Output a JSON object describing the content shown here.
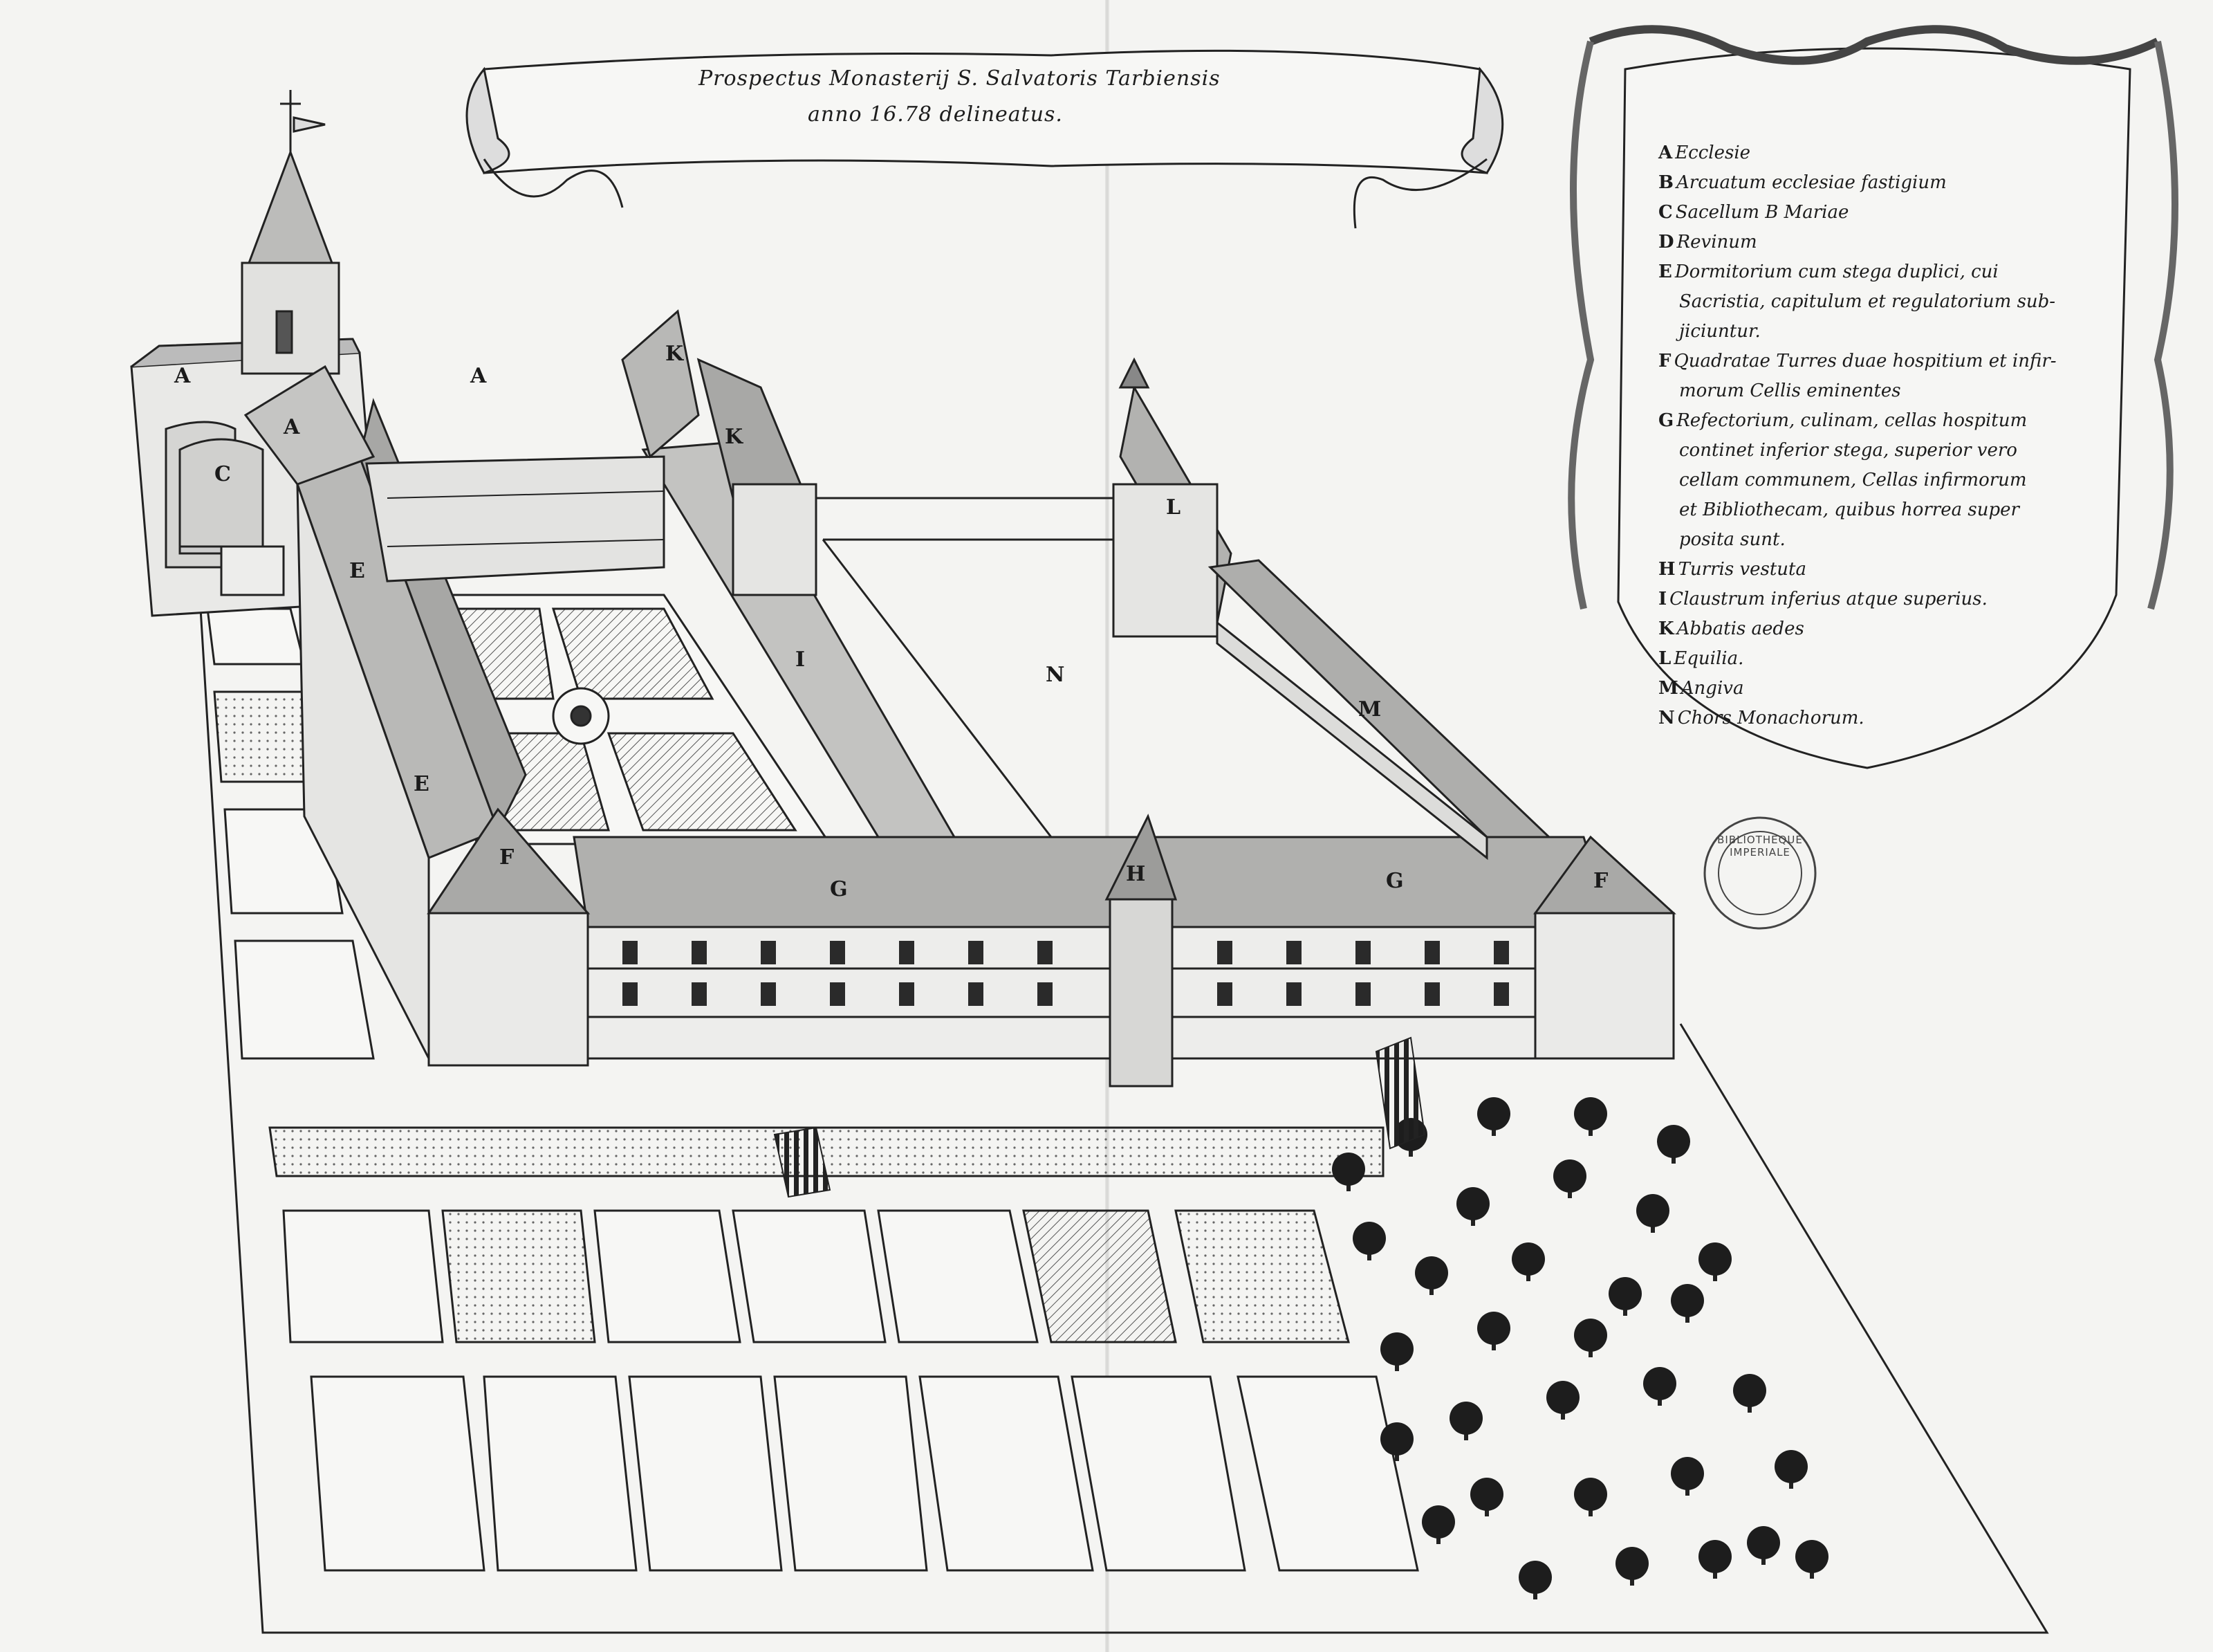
{
  "title": {
    "line1": "Prospectus Monasterij S. Salvatoris Tarbiensis",
    "line2": "anno 16.78 delineatus."
  },
  "legend": [
    {
      "key": "A",
      "text": "Ecclesie"
    },
    {
      "key": "B",
      "text": "Arcuatum ecclesiae fastigium"
    },
    {
      "key": "C",
      "text": "Sacellum B Mariae"
    },
    {
      "key": "D",
      "text": "Revinum"
    },
    {
      "key": "E",
      "text": "Dormitorium cum stega duplici, cui"
    },
    {
      "key": "",
      "text": "Sacristia, capitulum et regulatorium sub-"
    },
    {
      "key": "",
      "text": "jiciuntur."
    },
    {
      "key": "F",
      "text": "Quadratae Turres duae hospitium et infir-"
    },
    {
      "key": "",
      "text": "morum Cellis eminentes"
    },
    {
      "key": "G",
      "text": "Refectorium, culinam, cellas hospitum"
    },
    {
      "key": "",
      "text": "continet inferior stega, superior vero"
    },
    {
      "key": "",
      "text": "cellam communem, Cellas infirmorum"
    },
    {
      "key": "",
      "text": "et Bibliothecam, quibus horrea super"
    },
    {
      "key": "",
      "text": "posita sunt."
    },
    {
      "key": "H",
      "text": "Turris vestuta"
    },
    {
      "key": "I",
      "text": "Claustrum inferius atque superius."
    },
    {
      "key": "K",
      "text": "Abbatis aedes"
    },
    {
      "key": "L",
      "text": "Equilia."
    },
    {
      "key": "M",
      "text": "Angiva"
    },
    {
      "key": "N",
      "text": "Chors Monachorum."
    }
  ],
  "building_letters": [
    {
      "id": "a1",
      "text": "A"
    },
    {
      "id": "a2",
      "text": "A"
    },
    {
      "id": "a3",
      "text": "A"
    },
    {
      "id": "c",
      "text": "C"
    },
    {
      "id": "e1",
      "text": "E"
    },
    {
      "id": "e2",
      "text": "E"
    },
    {
      "id": "f1",
      "text": "F"
    },
    {
      "id": "f2",
      "text": "F"
    },
    {
      "id": "g1",
      "text": "G"
    },
    {
      "id": "g2",
      "text": "G"
    },
    {
      "id": "h",
      "text": "H"
    },
    {
      "id": "i",
      "text": "I"
    },
    {
      "id": "k1",
      "text": "K"
    },
    {
      "id": "k2",
      "text": "K"
    },
    {
      "id": "l",
      "text": "L"
    },
    {
      "id": "m",
      "text": "M"
    },
    {
      "id": "n",
      "text": "N"
    }
  ],
  "stamp": {
    "text": "BIBLIOTHEQUE IMPERIALE"
  },
  "colors": {
    "ink": "#1a1a1a",
    "paper": "#f4f4f2",
    "shade": "#9a9a9a"
  }
}
